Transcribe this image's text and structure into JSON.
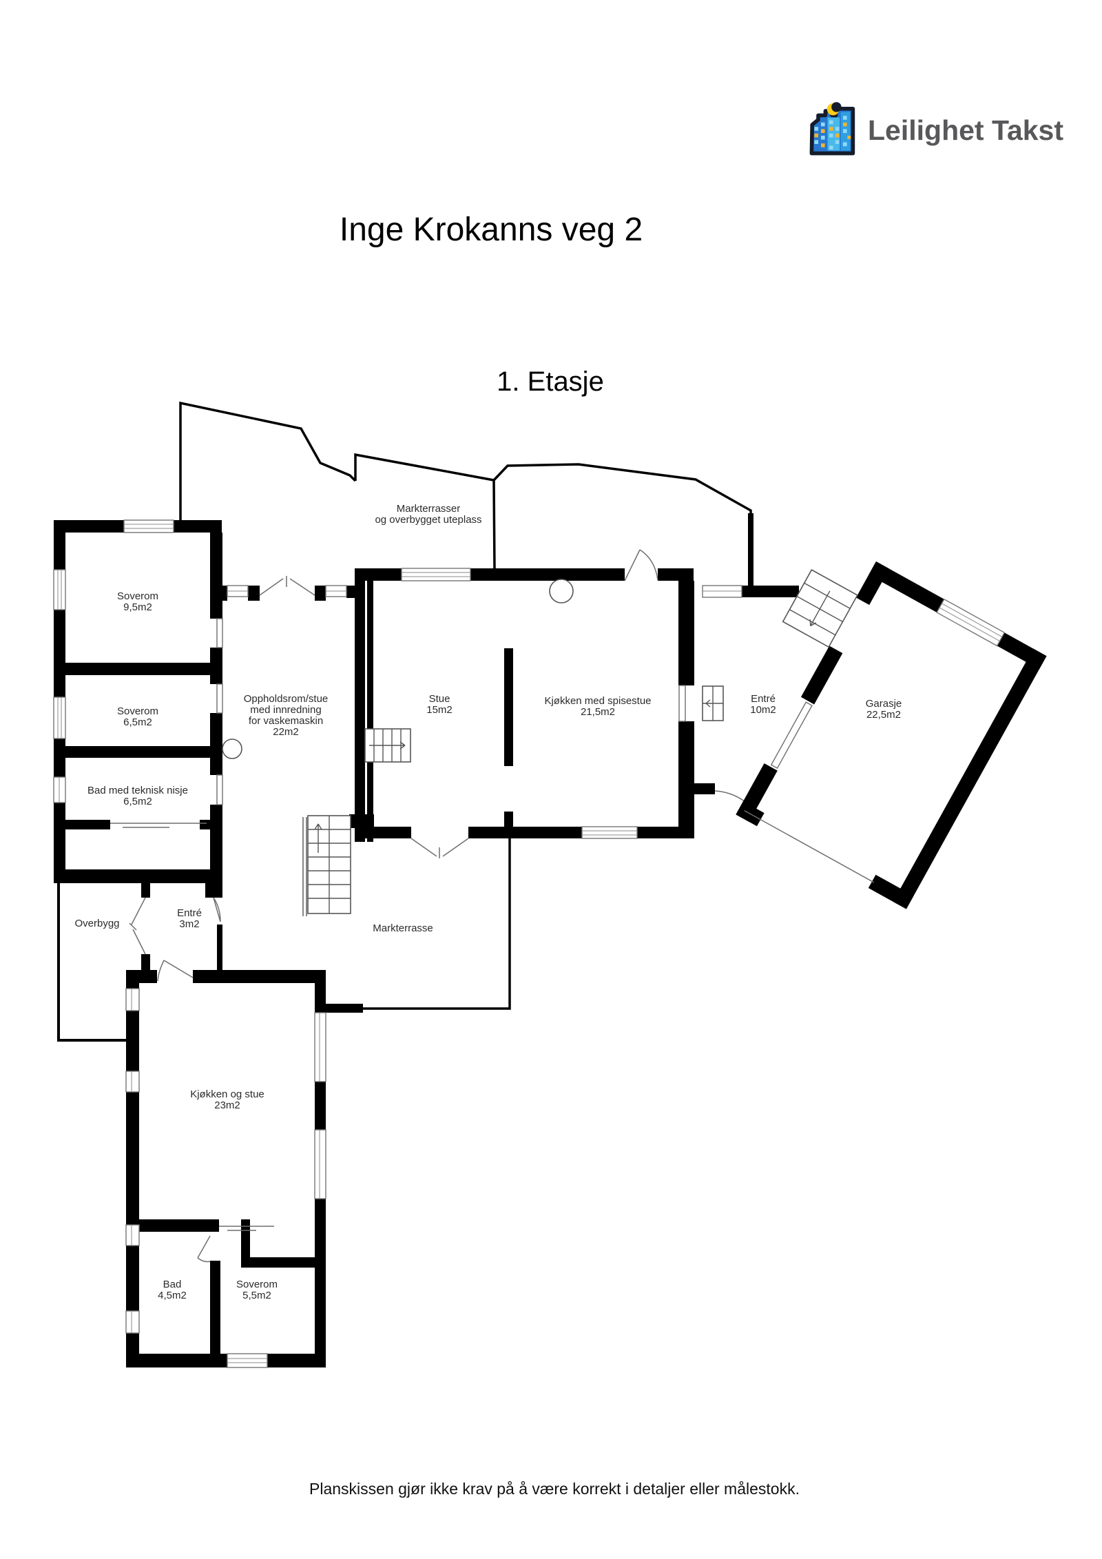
{
  "brand": {
    "name": "Leilighet Takst"
  },
  "page": {
    "title": "Inge Krokanns veg 2",
    "floor": "1. Etasje",
    "disclaimer": "Planskissen gjør ikke krav på å være korrekt i detaljer eller målestokk."
  },
  "floorplan": {
    "outdoor": {
      "terrace_upper_line1": "Markterrasser",
      "terrace_upper_line2": "og overbygget uteplass",
      "terrace_lower": "Markterrasse",
      "overbygg": "Overbygg"
    },
    "rooms": [
      {
        "label": "Soverom",
        "area": "9,5m2"
      },
      {
        "label": "Soverom",
        "area": "6,5m2"
      },
      {
        "label": "Bad med teknisk nisje",
        "area": "6,5m2"
      },
      {
        "label": "Oppholdsrom/stue",
        "label2": "med innredning",
        "label3": "for vaskemaskin",
        "area": "22m2"
      },
      {
        "label": "Stue",
        "area": "15m2"
      },
      {
        "label": "Kjøkken med spisestue",
        "area": "21,5m2"
      },
      {
        "label": "Entré",
        "area": "10m2"
      },
      {
        "label": "Garasje",
        "area": "22,5m2"
      },
      {
        "label": "Entré",
        "area": "3m2"
      },
      {
        "label": "Kjøkken og stue",
        "area": "23m2"
      },
      {
        "label": "Bad",
        "area": "4,5m2"
      },
      {
        "label": "Soverom",
        "area": "5,5m2"
      }
    ]
  }
}
